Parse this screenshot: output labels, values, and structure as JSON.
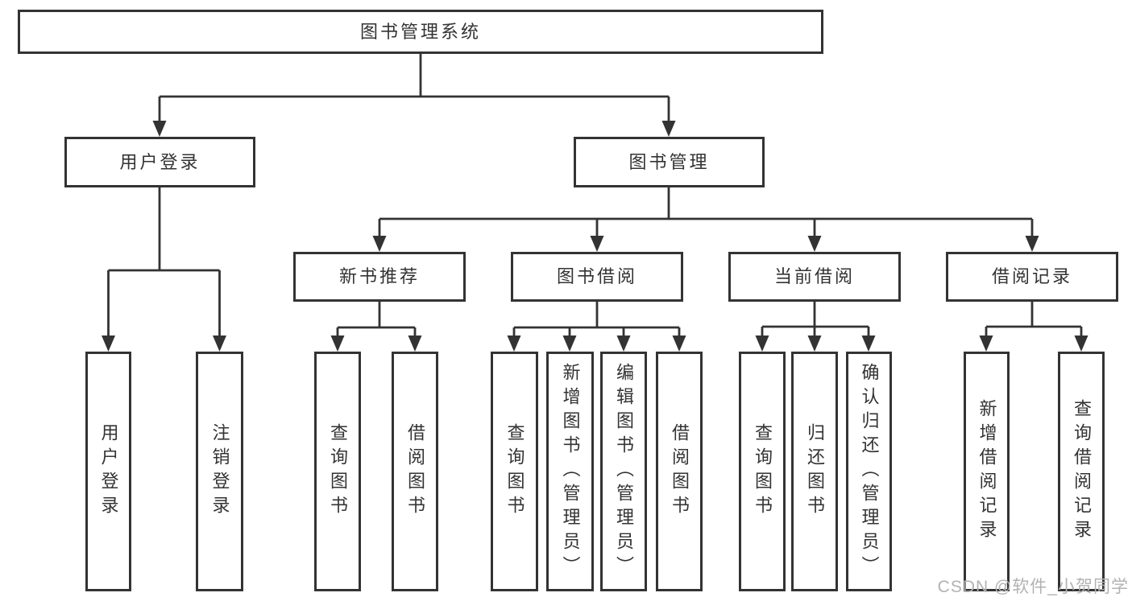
{
  "tree": {
    "root": {
      "label": "图书管理系统"
    },
    "branches": [
      {
        "label": "用户登录",
        "children": [
          "用户登录",
          "注销登录"
        ]
      },
      {
        "label": "图书管理",
        "children": [
          {
            "label": "新书推荐",
            "children": [
              "查询图书",
              "借阅图书"
            ]
          },
          {
            "label": "图书借阅",
            "children": [
              "查询图书",
              "新增图书（管理员）",
              "编辑图书（管理员）",
              "借阅图书"
            ]
          },
          {
            "label": "当前借阅",
            "children": [
              "查询图书",
              "归还图书",
              "确认归还（管理员）"
            ]
          },
          {
            "label": "借阅记录",
            "children": [
              "新增借阅记录",
              "查询借阅记录"
            ]
          }
        ]
      }
    ]
  },
  "watermark": "CSDN @软件_小贺同学",
  "colors": {
    "line": "#333333",
    "box_border": "#333333",
    "text": "#333333",
    "background": "#ffffff",
    "watermark": "#b2b2b2"
  }
}
